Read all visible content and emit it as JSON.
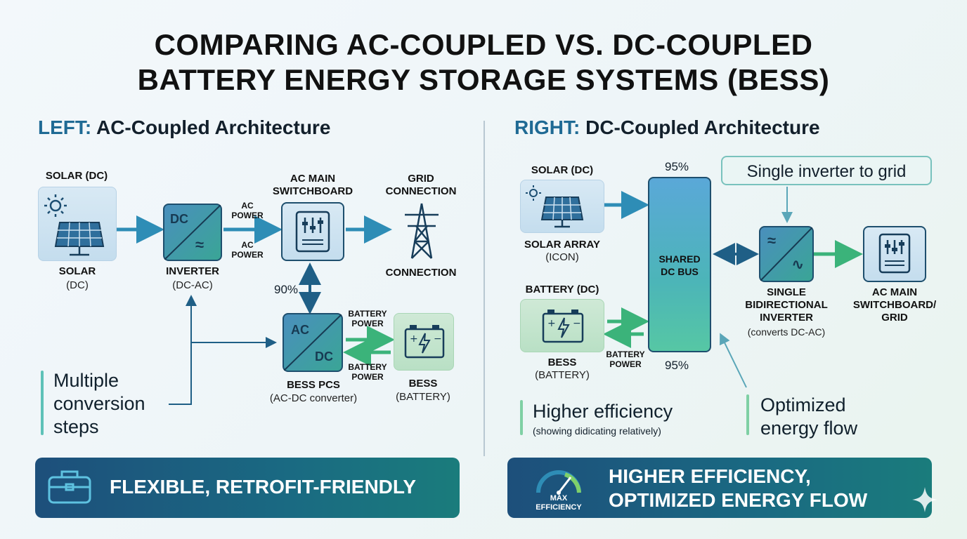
{
  "title": {
    "line1": "COMPARING AC-COUPLED VS. DC-COUPLED",
    "line2": "BATTERY ENERGY STORAGE SYSTEMS (BESS)"
  },
  "left": {
    "heading_key": "LEFT:",
    "heading_rest": "AC-Coupled Architecture",
    "solar_top": "SOLAR (DC)",
    "solar_label": "SOLAR",
    "solar_sub": "(DC)",
    "inverter_label": "INVERTER",
    "inverter_sub": "(DC-AC)",
    "inverter_dc": "DC",
    "ac_power_1": "AC\nPOWER",
    "ac_power_2": "AC\nPOWER",
    "acmain_label": "AC MAIN\nSWITCHBOARD",
    "grid_label": "GRID\nCONNECTION",
    "grid_sub": "CONNECTION",
    "eff": "90%",
    "pcs_ac": "AC",
    "pcs_dc": "DC",
    "pcs_label": "BESS PCS",
    "pcs_sub": "(AC-DC converter)",
    "battery_power_1": "BATTERY\nPOWER",
    "battery_power_2": "BATTERY\nPOWER",
    "bess_label": "BESS",
    "bess_sub": "(BATTERY)",
    "callout": "Multiple\nconversion\nsteps",
    "banner": "FLEXIBLE, RETROFIT-FRIENDLY"
  },
  "right": {
    "heading_key": "RIGHT:",
    "heading_rest": "DC-Coupled Architecture",
    "solar_top": "SOLAR (DC)",
    "solar_label": "SOLAR ARRAY",
    "solar_sub": "(ICON)",
    "battery_top": "BATTERY (DC)",
    "bess_label": "BESS",
    "bess_sub": "(BATTERY)",
    "battery_power": "BATTERY\nPOWER",
    "eff_top": "95%",
    "eff_bottom": "95%",
    "bus_label": "SHARED\nDC BUS",
    "callout_box": "Single inverter to grid",
    "inverter_label": "SINGLE\nBIDIRECTIONAL\nINVERTER",
    "inverter_sub": "(converts DC-AC)",
    "acmain_label": "AC MAIN\nSWITCHBOARD/\nGRID",
    "higher_eff": "Higher efficiency",
    "higher_eff_sub": "(showing didicating relatively)",
    "optimized": "Optimized\nenergy flow",
    "gauge_label": "MAX\nEFFICIENCY",
    "banner": "HIGHER EFFICIENCY,\nOPTIMIZED ENERGY FLOW"
  },
  "colors": {
    "accent_blue": "#1f6a94",
    "accent_green": "#3bb37a",
    "banner": "#1d4f7b"
  },
  "icons": [
    "sun-icon",
    "solar-panel-icon",
    "transmission-tower-icon",
    "switchboard-icon",
    "battery-icon",
    "toolbox-icon",
    "gauge-icon",
    "sparkle-icon"
  ]
}
